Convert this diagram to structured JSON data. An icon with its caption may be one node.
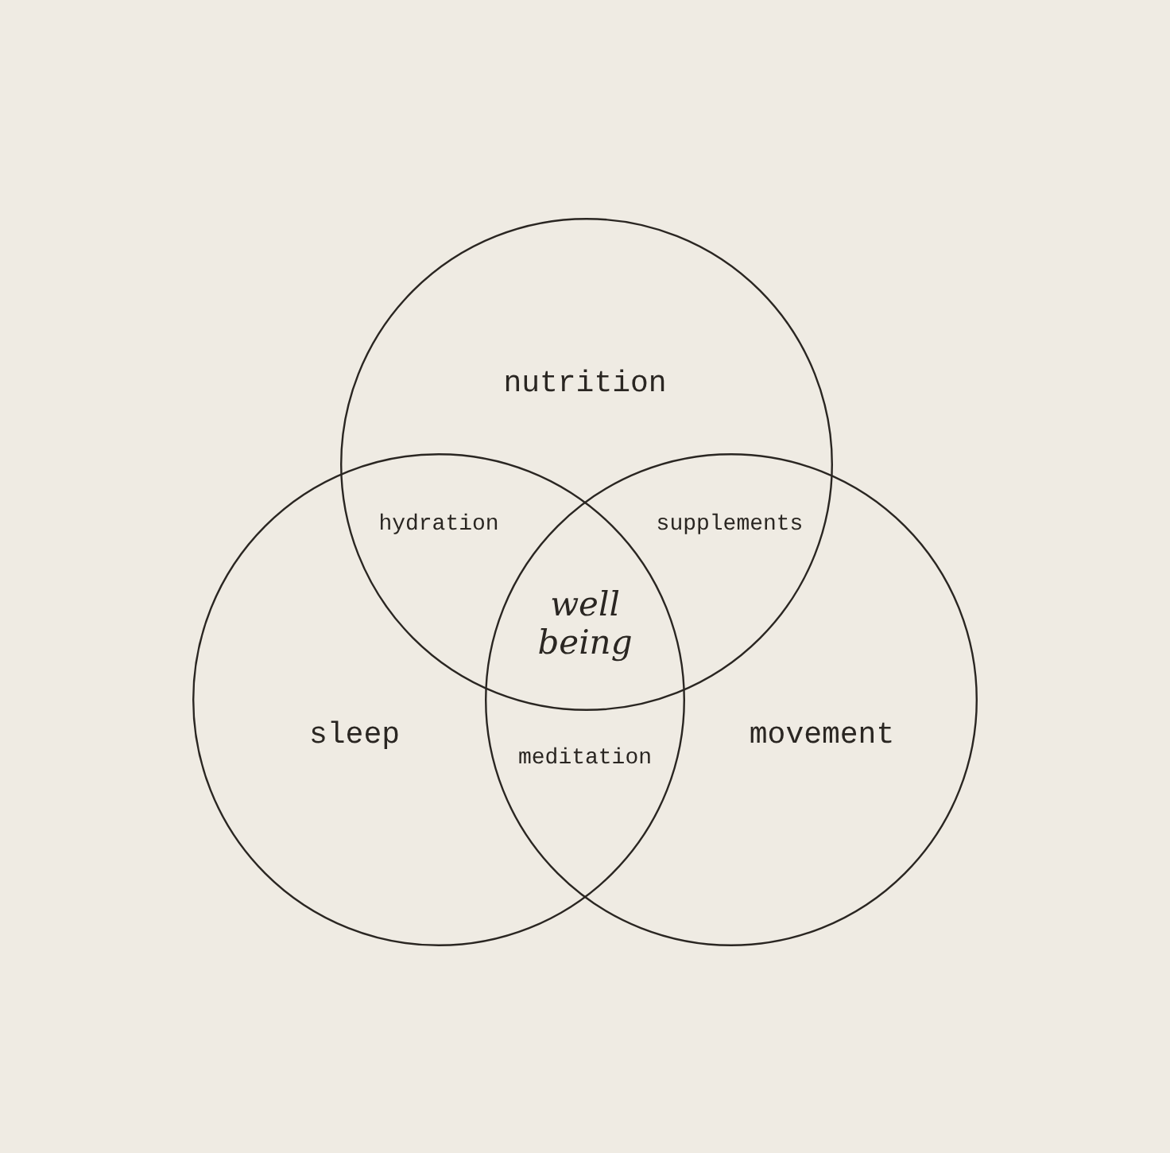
{
  "diagram": {
    "nodes": [
      {
        "text": [
          "nutrition"
        ]
      },
      {
        "text": [
          "sleep"
        ]
      },
      {
        "text": [
          "movement"
        ]
      }
    ],
    "labels": [
      "hydration",
      "supplements",
      "well being",
      "meditation"
    ]
  }
}
